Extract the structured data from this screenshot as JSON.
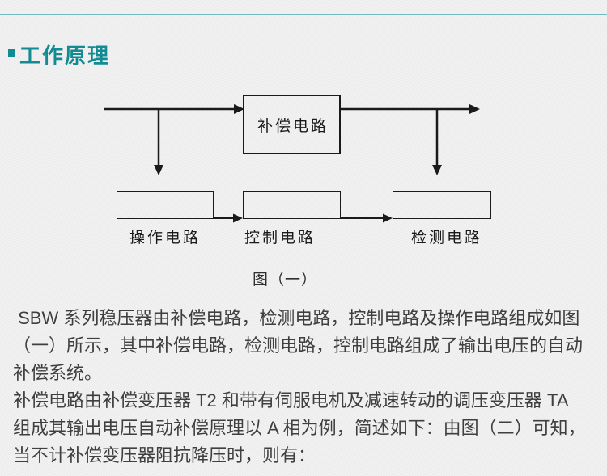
{
  "header": {
    "title": "工作原理"
  },
  "diagram": {
    "boxes": {
      "compensation": "补偿电路",
      "operation": "操作电路",
      "control": "控制电路",
      "detection": "检测电路"
    },
    "caption": "图（一）"
  },
  "body": {
    "lines": [
      " SBW 系列稳压器由补偿电路，检测电路，控制电路及操作电路组成如图",
      "（一）所示，其中补偿电路，检测电路，控制电路组成了输出电压的自动",
      "补偿系统。",
      "补偿电路由补偿变压器 T2 和带有伺服电机及减速转动的调压变压器 TA",
      "组成其输出电压自动补偿原理以 A 相为例，简述如下：由图（二）可知，",
      "当不计补偿变压器阻抗降压时，则有："
    ]
  },
  "colors": {
    "accent_teal": "#128b93",
    "rule_teal": "#74b9bd",
    "diagram_line": "#1a1a1a",
    "body_text": "#3f3f3f"
  }
}
